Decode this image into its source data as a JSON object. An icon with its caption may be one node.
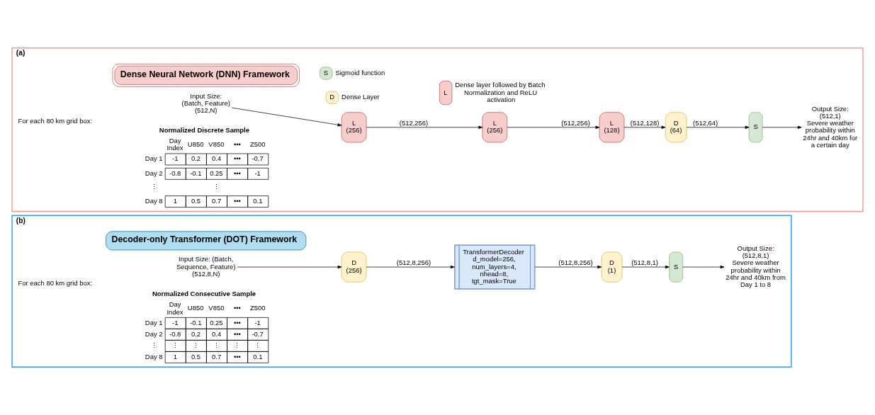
{
  "diagram": {
    "nodes": [
      {
        "text": [
          "(a)"
        ]
      },
      {
        "text": [
          "Dense Neural Network (DNN) Framework"
        ],
        "in": 0
      },
      {
        "text": [
          "Input Size: (Batch, Feature) (512,N)"
        ],
        "in": 0
      },
      {
        "text": [
          "L (256)"
        ],
        "in": 0
      },
      {
        "text": [
          "L (256)"
        ],
        "in": 0
      },
      {
        "text": [
          "L (128)"
        ],
        "in": 0
      },
      {
        "text": [
          "D (64)"
        ],
        "in": 0
      },
      {
        "text": [
          "S"
        ],
        "in": 0
      },
      {
        "text": [
          "Output Size: (512,1)",
          "Severe weather probability within 24hr and 40km for a certain day"
        ],
        "in": 0
      },
      {
        "text": [
          "D"
        ],
        "in": 0,
        "beside": [
          "Dense Layer"
        ]
      },
      {
        "text": [
          "S"
        ],
        "in": 0,
        "beside": [
          "Sigmoid function"
        ]
      },
      {
        "text": [
          "L"
        ],
        "in": 0,
        "beside": [
          "Dense layer followed by Batch Normalization and ReLU activation"
        ]
      },
      {
        "text": [
          "(b)"
        ]
      },
      {
        "text": [
          "Decoder-only Transformer (DOT) Framework"
        ],
        "in": 12
      },
      {
        "text": [
          "Input Size: (Batch, Sequence, Feature) (512,8,N)"
        ],
        "in": 12
      },
      {
        "text": [
          "D (256)"
        ],
        "in": 12
      },
      {
        "text": [
          "TransformerDecoder",
          "d_model=256, num_layers=4, nhead=8, tgt_mask=True"
        ],
        "in": 12
      },
      {
        "text": [
          "D (1)"
        ],
        "in": 12
      },
      {
        "text": [
          "S"
        ],
        "in": 12
      },
      {
        "text": [
          "Output Size: (512,8,1)",
          "Severe weather probability within 24hr and 40km from Day 1 to 8"
        ],
        "in": 12
      }
    ],
    "edges": [
      {
        "from": 2,
        "to": 3,
        "arrow": "to"
      },
      {
        "from": 3,
        "to": 4,
        "arrow": "to",
        "label": "(512,256)"
      },
      {
        "from": 4,
        "to": 5,
        "arrow": "to",
        "label": "(512,256)"
      },
      {
        "from": 5,
        "to": 6,
        "arrow": "to",
        "label": "(512,128)"
      },
      {
        "from": 6,
        "to": 7,
        "arrow": "to",
        "label": "(512,64)"
      },
      {
        "from": 7,
        "to": 8,
        "arrow": "to"
      },
      {
        "from": 14,
        "to": 15,
        "arrow": "to"
      },
      {
        "from": 15,
        "to": 16,
        "arrow": "to",
        "label": "(512,8,256)"
      },
      {
        "from": 16,
        "to": 17,
        "arrow": "to",
        "label": "(512,8,256)"
      },
      {
        "from": 17,
        "to": 18,
        "arrow": "to",
        "label": "(512,8,1)"
      },
      {
        "from": 18,
        "to": 19,
        "arrow": "to"
      }
    ],
    "labels": [
      "For each 80 km grid box:",
      "Normalized Discrete Sample",
      "Day Index",
      "U850",
      "V850",
      "•••",
      "Z500",
      "Day 1",
      "-1",
      "0.2",
      "0.4",
      "•••",
      "-0.7",
      "Day 2",
      "-0.8",
      "-0.1",
      "0.25",
      "•••",
      "-1",
      "⋮",
      "⋮",
      "Day 8",
      "1",
      "0.5",
      "0.7",
      "•••",
      "0.1",
      "For each 80 km grid box:",
      "Normalized Consecutive Sample",
      "Day Index",
      "U850",
      "V850",
      "•••",
      "Z500",
      "Day 1",
      "-1",
      "-0.1",
      "0.25",
      "•••",
      "-1",
      "Day 2",
      "-0.8",
      "0.2",
      "0.4",
      "•••",
      "-0.7",
      "⋮",
      "⋮",
      "⋮",
      "⋮",
      "⋮",
      "⋮",
      "Day 8",
      "1",
      "0.5",
      "0.7",
      "•••",
      "0.1"
    ]
  }
}
